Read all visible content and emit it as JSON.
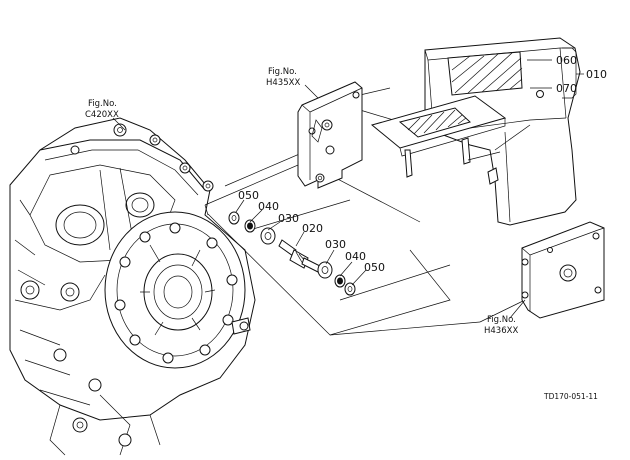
{
  "figure_refs": {
    "left": "Fig.No.\nC420XX",
    "left_line1": "Fig.No.",
    "left_line2": "C420XX",
    "top_line1": "Fig.No.",
    "top_line2": "H435XX",
    "right_line1": "Fig.No.",
    "right_line2": "H436XX"
  },
  "callouts": {
    "p060": "060",
    "p070": "070",
    "p010": "010",
    "p050a": "050",
    "p040a": "040",
    "p030a": "030",
    "p020": "020",
    "p030b": "030",
    "p040b": "040",
    "p050b": "050"
  },
  "drawing_code": "TD170-051-11"
}
